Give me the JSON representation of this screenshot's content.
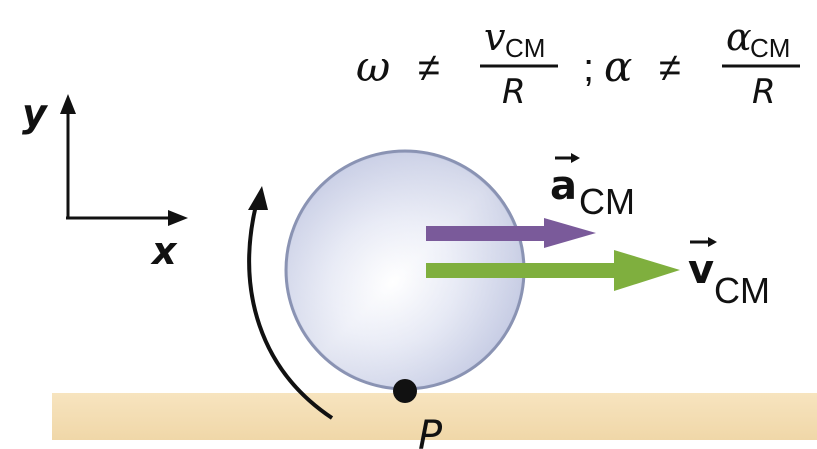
{
  "colors": {
    "ground": "#f5deb3",
    "ground_shade": "#e8cfa2",
    "ball_edge": "#8a93b3",
    "acceleration_arrow": "#7a5a9a",
    "velocity_arrow": "#7faf3e",
    "axes": "#111111",
    "text": "#111111"
  },
  "equation": {
    "omega": "ω",
    "neq_1": "≠",
    "v_symbol": "v",
    "cm_1": "CM",
    "r_1": "R",
    "separator": ";",
    "alpha": "α",
    "neq_2": "≠",
    "alpha_num": "α",
    "cm_2": "CM",
    "r_2": "R"
  },
  "axes": {
    "y_label": "y",
    "x_label": "x"
  },
  "vectors": {
    "acceleration": {
      "symbol": "a",
      "subscript": "CM"
    },
    "velocity": {
      "symbol": "v",
      "subscript": "CM"
    }
  },
  "contact_point": {
    "label": "P"
  },
  "icons": {
    "rotation": "curved-arrow-counterclockwise-icon",
    "ball": "sphere-icon"
  }
}
